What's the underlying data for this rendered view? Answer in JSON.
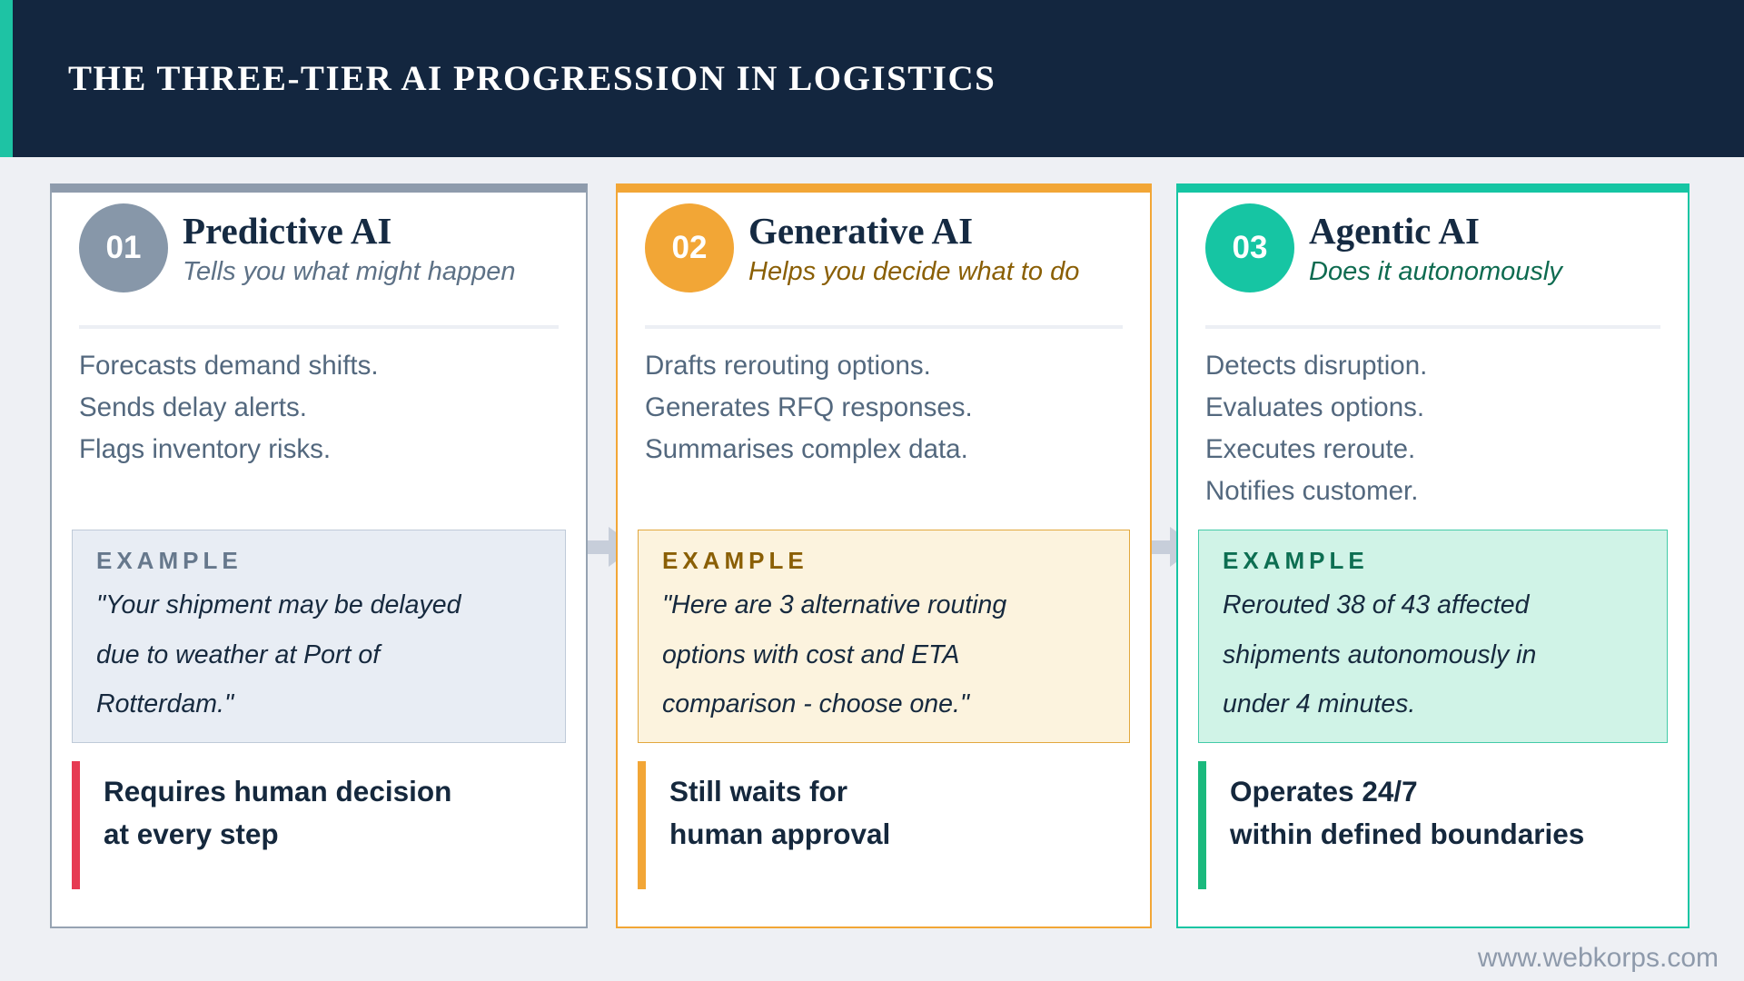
{
  "header": {
    "title": "THE THREE-TIER AI PROGRESSION IN LOGISTICS"
  },
  "colors": {
    "page_bg": "#EEF0F4",
    "header_bg": "#13263F",
    "header_accent": "#1EC3A4",
    "arrow": "#C7CEDA",
    "card_title_text": "#152A42",
    "body_text": "#53687E",
    "footer_text": "#8E9AAB"
  },
  "icons": {
    "flow_arrow": "arrow-right"
  },
  "cards": [
    {
      "number": "01",
      "title": "Predictive AI",
      "subtitle": "Tells you what might happen",
      "capabilities": "Forecasts demand shifts.\nSends delay alerts.\nFlags inventory risks.",
      "example_label": "EXAMPLE",
      "example_text": "\"Your shipment may be delayed\ndue to weather at Port of\nRotterdam.\"",
      "takeaway": "Requires human decision\nat every step",
      "style": "--accent:#8E9BAC;--edge:#96A3B2;--circle:#8797A9;--sub:#5D7186;--exbg:#E8EDF4;--exborder:#BFCAD8;--exlabel:#66788C;--bar:#E63A52"
    },
    {
      "number": "02",
      "title": "Generative AI",
      "subtitle": "Helps you decide what to do",
      "capabilities": "Drafts rerouting options.\nGenerates RFQ responses.\nSummarises complex data.",
      "example_label": "EXAMPLE",
      "example_text": "\"Here are 3 alternative routing\noptions with cost and ETA\ncomparison - choose one.\"",
      "takeaway": "Still waits for\nhuman approval",
      "style": "--accent:#F2A636;--edge:#F2A636;--circle:#F2A636;--sub:#8A5F05;--exbg:#FCF3DE;--exborder:#E2A83E;--exlabel:#8A5F05;--bar:#F2A636"
    },
    {
      "number": "03",
      "title": "Agentic AI",
      "subtitle": "Does it autonomously",
      "capabilities": "Detects disruption.\nEvaluates options.\nExecutes reroute.\nNotifies customer.",
      "example_label": "EXAMPLE",
      "example_text": "Rerouted 38 of 43 affected\nshipments autonomously in\nunder 4 minutes.",
      "takeaway": "Operates 24/7\nwithin defined boundaries",
      "style": "--accent:#16C5A3;--edge:#16C5A3;--circle:#16C5A3;--sub:#0E6B50;--exbg:#D0F3E7;--exborder:#43CBA8;--exlabel:#0D6E52;--bar:#1AB97D"
    }
  ],
  "footer": {
    "website": "www.webkorps.com"
  }
}
